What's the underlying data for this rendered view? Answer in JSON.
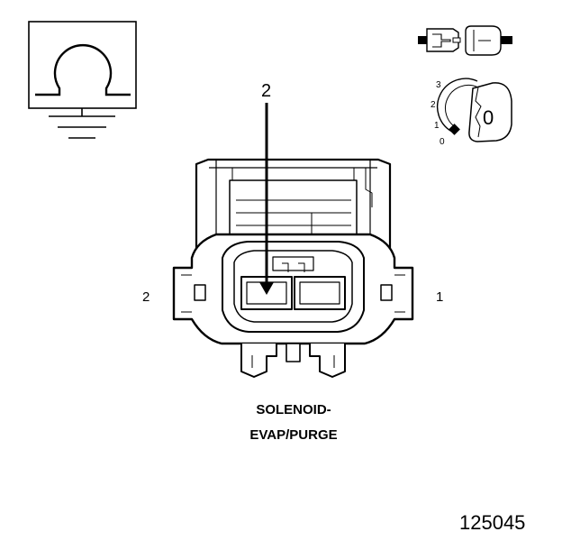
{
  "diagram": {
    "callout_label": "2",
    "pin_left_label": "2",
    "pin_right_label": "1",
    "component_name_line1": "SOLENOID-",
    "component_name_line2": "EVAP/PURGE",
    "figure_code": "125045",
    "ignition_key": {
      "positions": [
        "3",
        "2",
        "1",
        "0"
      ],
      "key_label": "0"
    }
  },
  "icons": {
    "ohm_ground_symbol": "ohm-meter-ground-icon",
    "disconnected_connector_symbol": "disconnected-connector-icon",
    "ignition_key_symbol": "ignition-key-icon"
  }
}
